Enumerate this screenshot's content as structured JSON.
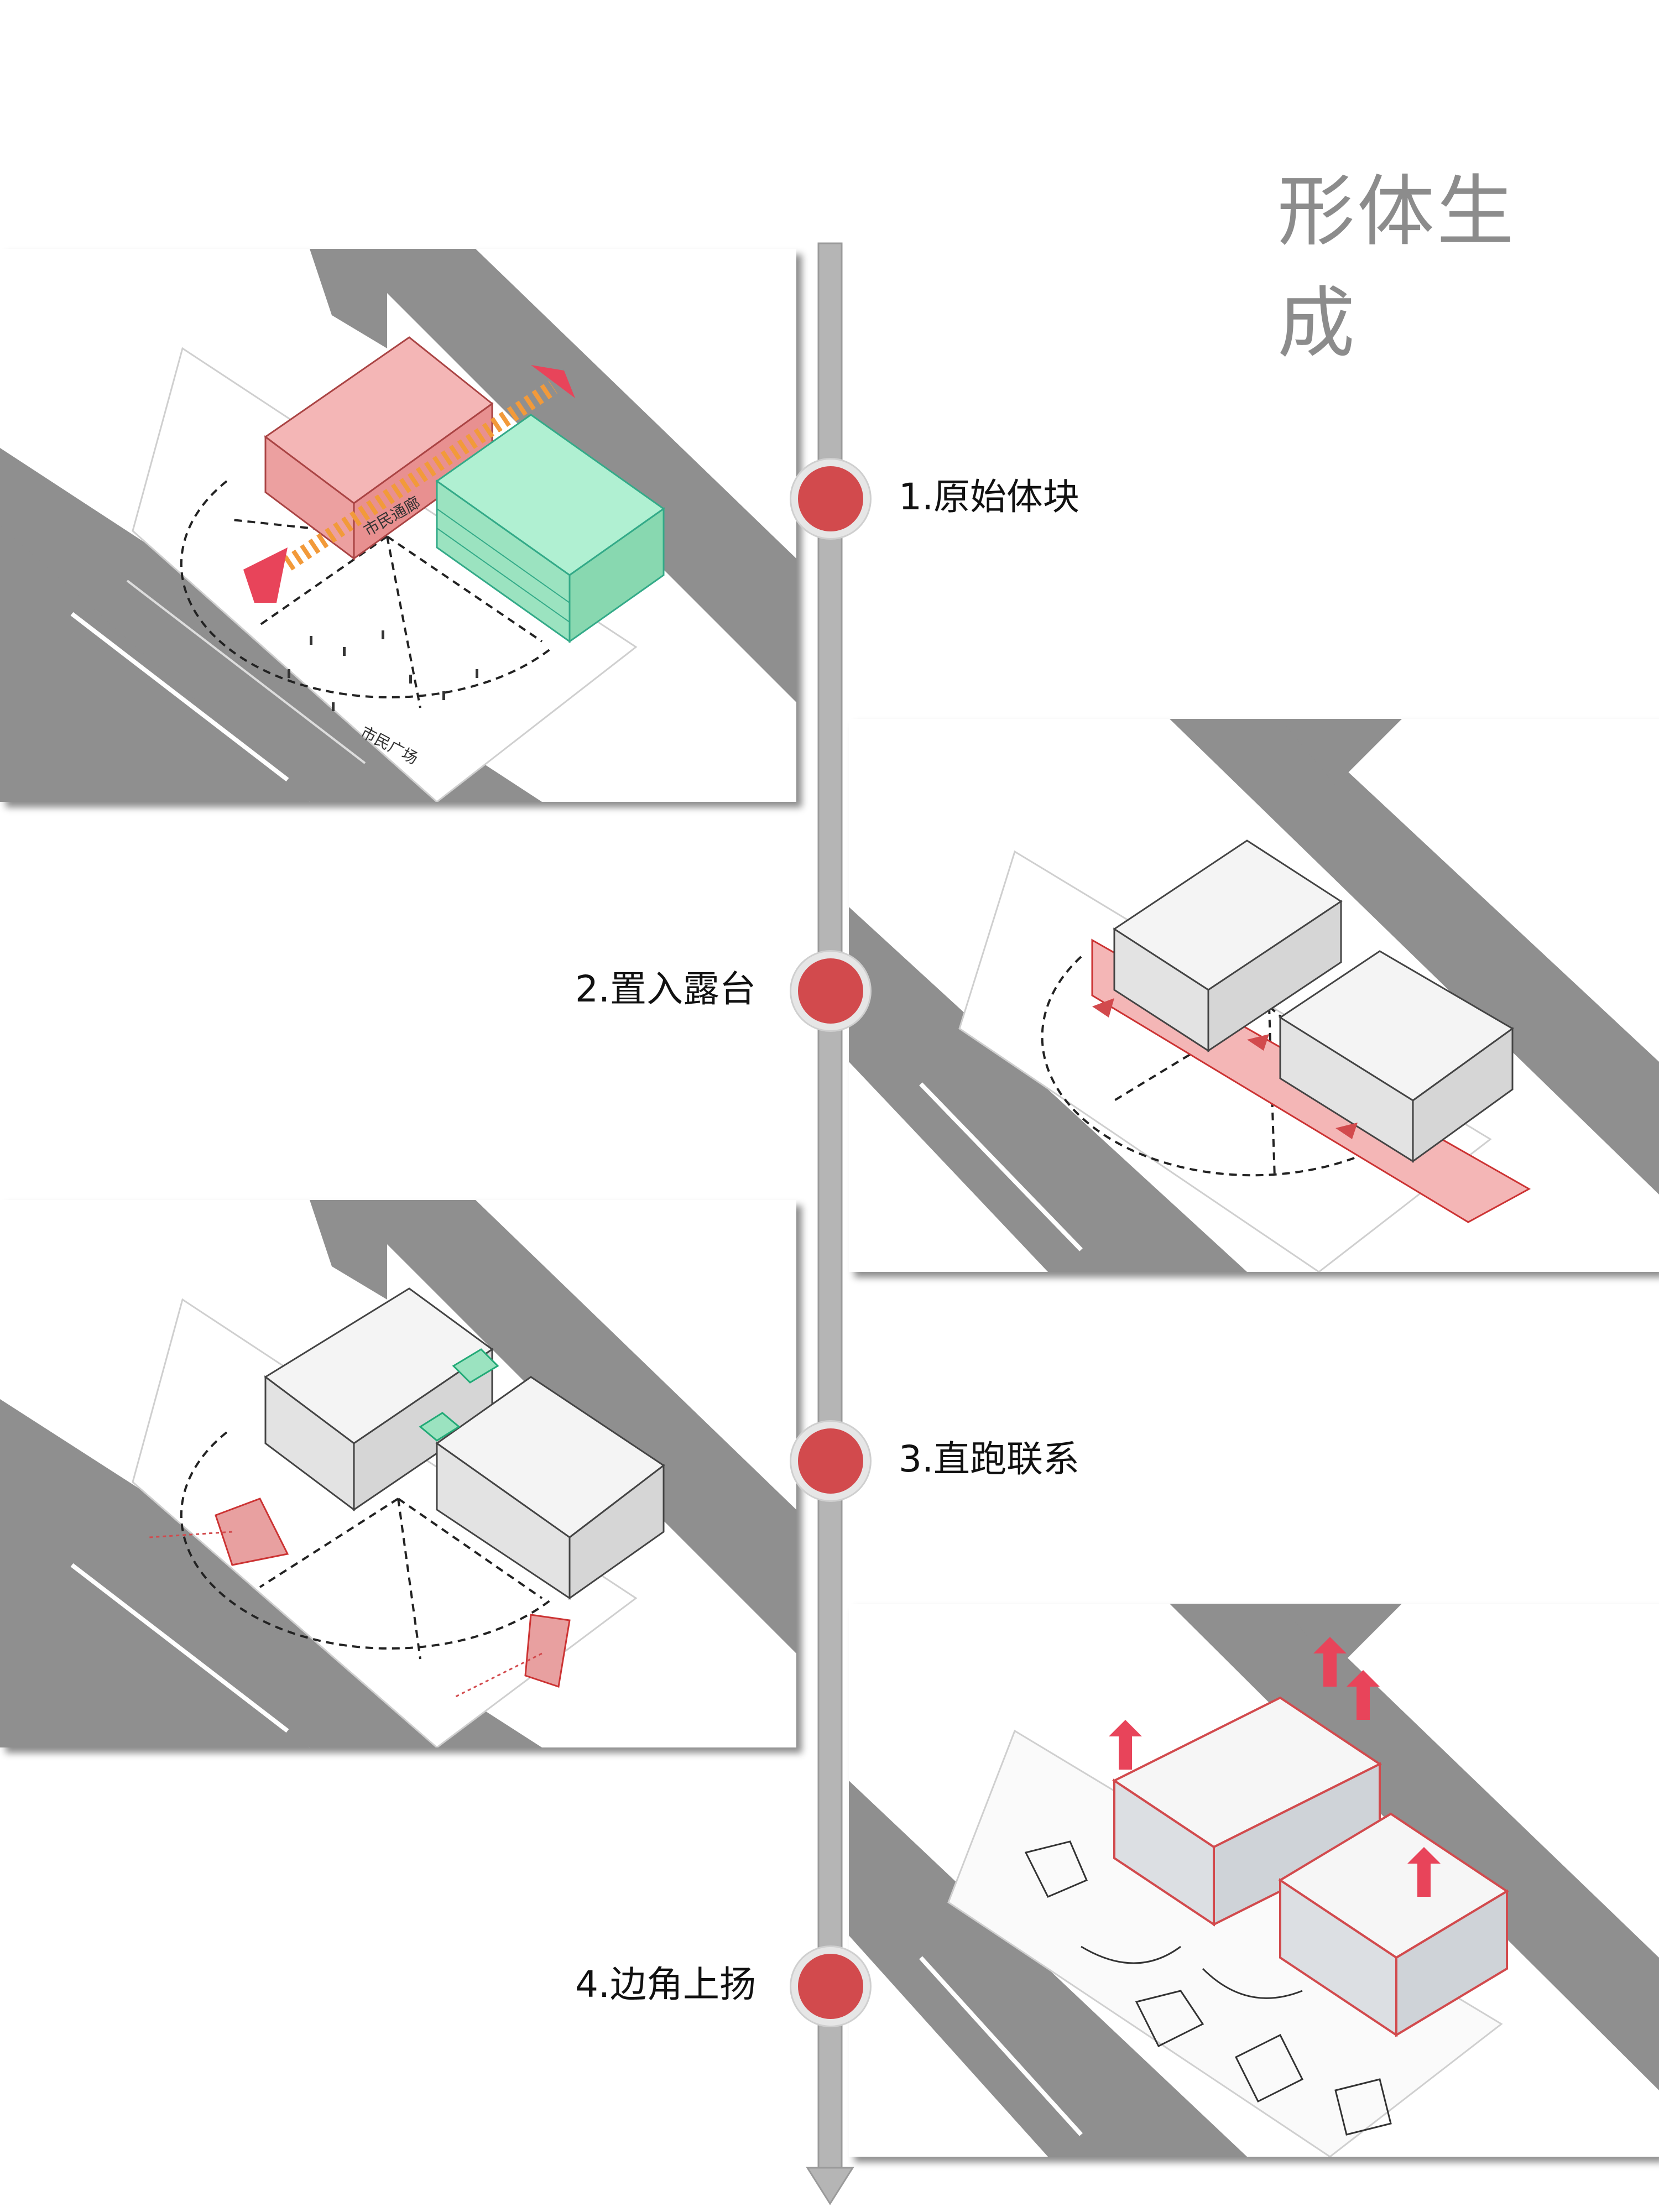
{
  "title": "形体生成",
  "steps": [
    {
      "label": "1.原始体块"
    },
    {
      "label": "2.置入露台"
    },
    {
      "label": "3.直跑联系"
    },
    {
      "label": "4.边角上扬"
    }
  ],
  "annotations": {
    "civic_passage": "市民通廊",
    "civic_plaza": "市民广场"
  },
  "colors": {
    "accent": "#d24a4d",
    "road": "#8f8f8f",
    "block_red": "#f2aaaa",
    "block_green": "#a8ecc9",
    "timeline": "#b5b5b5"
  }
}
